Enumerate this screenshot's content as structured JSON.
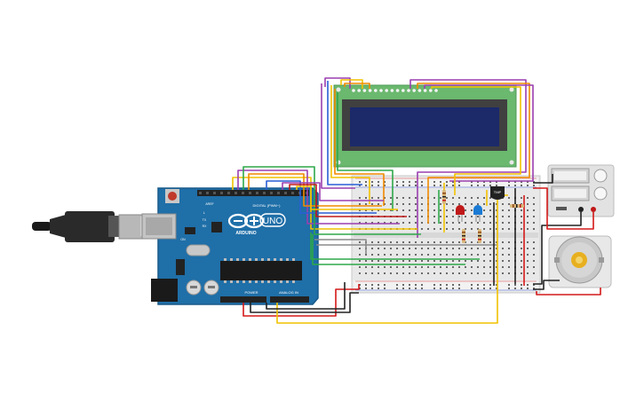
{
  "arduino": {
    "logo_text": "UNO",
    "brand_text": "ARDUINO",
    "digital_header_label": "DIGITAL (PWM~)",
    "power_header_label": "POWER",
    "analog_header_label": "ANALOG IN",
    "aref_label": "AREF",
    "gnd_label": "GND",
    "tx_label": "TX",
    "rx_label": "RX",
    "l_label": "L",
    "on_label": "ON"
  },
  "components": {
    "temperature_sensor_label": "TMP",
    "lcd_pin_count": 16
  },
  "colors": {
    "board_blue": "#1f6fa8",
    "lcd_green": "#6bb86f",
    "lcd_screen": "#1c2a6a",
    "breadboard": "#e8e8e8",
    "wire_yellow": "#f2c200",
    "wire_purple": "#9b3fb0",
    "wire_green": "#2ea84a",
    "wire_orange": "#f08a00",
    "wire_blue": "#2a5fd6",
    "wire_red": "#d41818",
    "wire_black": "#222222",
    "wire_grey": "#8a8a8a",
    "led_red": "#c01818",
    "led_blue": "#1a7ad4"
  }
}
